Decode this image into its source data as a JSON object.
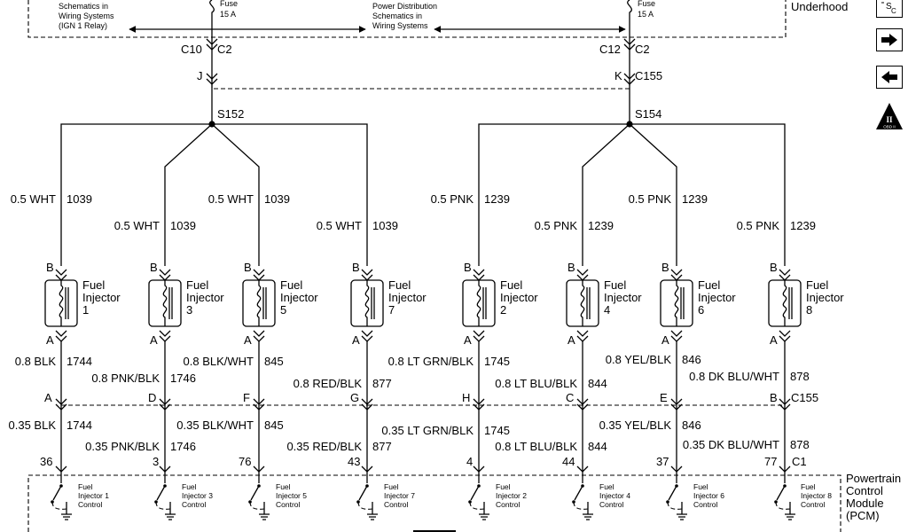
{
  "top": {
    "schematic_note_left": [
      "Schematics in",
      "Wiring Systems",
      "(IGN 1 Relay)"
    ],
    "schematic_note_right": [
      "Power Distribution",
      "Schematics in",
      "Wiring Systems"
    ],
    "fuse_label": "Fuse",
    "fuse_rating": "15 A",
    "underhood": "Underhood"
  },
  "connectors": {
    "left_c": "C10",
    "left_c2": "C2",
    "right_c": "C12",
    "right_c2": "C2",
    "pin_j": "J",
    "pin_k": "K",
    "c155_top": "C155",
    "splice_left": "S152",
    "splice_right": "S154",
    "mid_c155": "C155",
    "pcm_c1": "C1"
  },
  "feed_wires": [
    {
      "size": "0.5 WHT",
      "circuit": "1039"
    },
    {
      "size": "0.5 WHT",
      "circuit": "1039"
    },
    {
      "size": "0.5 WHT",
      "circuit": "1039"
    },
    {
      "size": "0.5 WHT",
      "circuit": "1039"
    },
    {
      "size": "0.5 PNK",
      "circuit": "1239"
    },
    {
      "size": "0.5 PNK",
      "circuit": "1239"
    },
    {
      "size": "0.5 PNK",
      "circuit": "1239"
    },
    {
      "size": "0.5 PNK",
      "circuit": "1239"
    }
  ],
  "injectors": [
    {
      "line1": "Fuel",
      "line2": "Injector",
      "num": "1",
      "top_pin": "B",
      "bot_pin": "A"
    },
    {
      "line1": "Fuel",
      "line2": "Injector",
      "num": "3",
      "top_pin": "B",
      "bot_pin": "A"
    },
    {
      "line1": "Fuel",
      "line2": "Injector",
      "num": "5",
      "top_pin": "B",
      "bot_pin": "A"
    },
    {
      "line1": "Fuel",
      "line2": "Injector",
      "num": "7",
      "top_pin": "B",
      "bot_pin": "A"
    },
    {
      "line1": "Fuel",
      "line2": "Injector",
      "num": "2",
      "top_pin": "B",
      "bot_pin": "A"
    },
    {
      "line1": "Fuel",
      "line2": "Injector",
      "num": "4",
      "top_pin": "B",
      "bot_pin": "A"
    },
    {
      "line1": "Fuel",
      "line2": "Injector",
      "num": "6",
      "top_pin": "B",
      "bot_pin": "A"
    },
    {
      "line1": "Fuel",
      "line2": "Injector",
      "num": "8",
      "top_pin": "B",
      "bot_pin": "A"
    }
  ],
  "upper_ctrl_wires": [
    {
      "size": "0.8 BLK",
      "circuit": "1744"
    },
    {
      "size": "0.8 PNK/BLK",
      "circuit": "1746"
    },
    {
      "size": "0.8 BLK/WHT",
      "circuit": "845"
    },
    {
      "size": "0.8 RED/BLK",
      "circuit": "877"
    },
    {
      "size": "0.8 LT GRN/BLK",
      "circuit": "1745"
    },
    {
      "size": "0.8 LT BLU/BLK",
      "circuit": "844"
    },
    {
      "size": "0.8 YEL/BLK",
      "circuit": "846"
    },
    {
      "size": "0.8 DK BLU/WHT",
      "circuit": "878"
    }
  ],
  "c155_pins": [
    "A",
    "D",
    "F",
    "G",
    "H",
    "C",
    "E",
    "B"
  ],
  "lower_ctrl_wires": [
    {
      "size": "0.35 BLK",
      "circuit": "1744"
    },
    {
      "size": "0.35 PNK/BLK",
      "circuit": "1746"
    },
    {
      "size": "0.35 BLK/WHT",
      "circuit": "845"
    },
    {
      "size": "0.35 RED/BLK",
      "circuit": "877"
    },
    {
      "size": "0.35 LT GRN/BLK",
      "circuit": "1745"
    },
    {
      "size": "0.8 LT BLU/BLK",
      "circuit": "844"
    },
    {
      "size": "0.35 YEL/BLK",
      "circuit": "846"
    },
    {
      "size": "0.35 DK BLU/WHT",
      "circuit": "878"
    }
  ],
  "pcm_pins": [
    "36",
    "3",
    "76",
    "43",
    "4",
    "44",
    "37",
    "77"
  ],
  "controls": [
    {
      "line1": "Fuel",
      "line2": "Injector 1",
      "line3": "Control"
    },
    {
      "line1": "Fuel",
      "line2": "Injector 3",
      "line3": "Control"
    },
    {
      "line1": "Fuel",
      "line2": "Injector 5",
      "line3": "Control"
    },
    {
      "line1": "Fuel",
      "line2": "Injector 7",
      "line3": "Control"
    },
    {
      "line1": "Fuel",
      "line2": "Injector 2",
      "line3": "Control"
    },
    {
      "line1": "Fuel",
      "line2": "Injector 4",
      "line3": "Control"
    },
    {
      "line1": "Fuel",
      "line2": "Injector 6",
      "line3": "Control"
    },
    {
      "line1": "Fuel",
      "line2": "Injector 8",
      "line3": "Control"
    }
  ],
  "pcm_label": [
    "Powertrain",
    "Control",
    "Module",
    "(PCM)"
  ],
  "toolbar": {
    "sc_main": "S",
    "sc_sub": "C",
    "obd_label": "OBD II",
    "obd_numeral": "II",
    "icons": [
      "schematic-cross-reference-icon",
      "next-arrow-icon",
      "previous-arrow-icon",
      "obd-ii-icon"
    ]
  }
}
